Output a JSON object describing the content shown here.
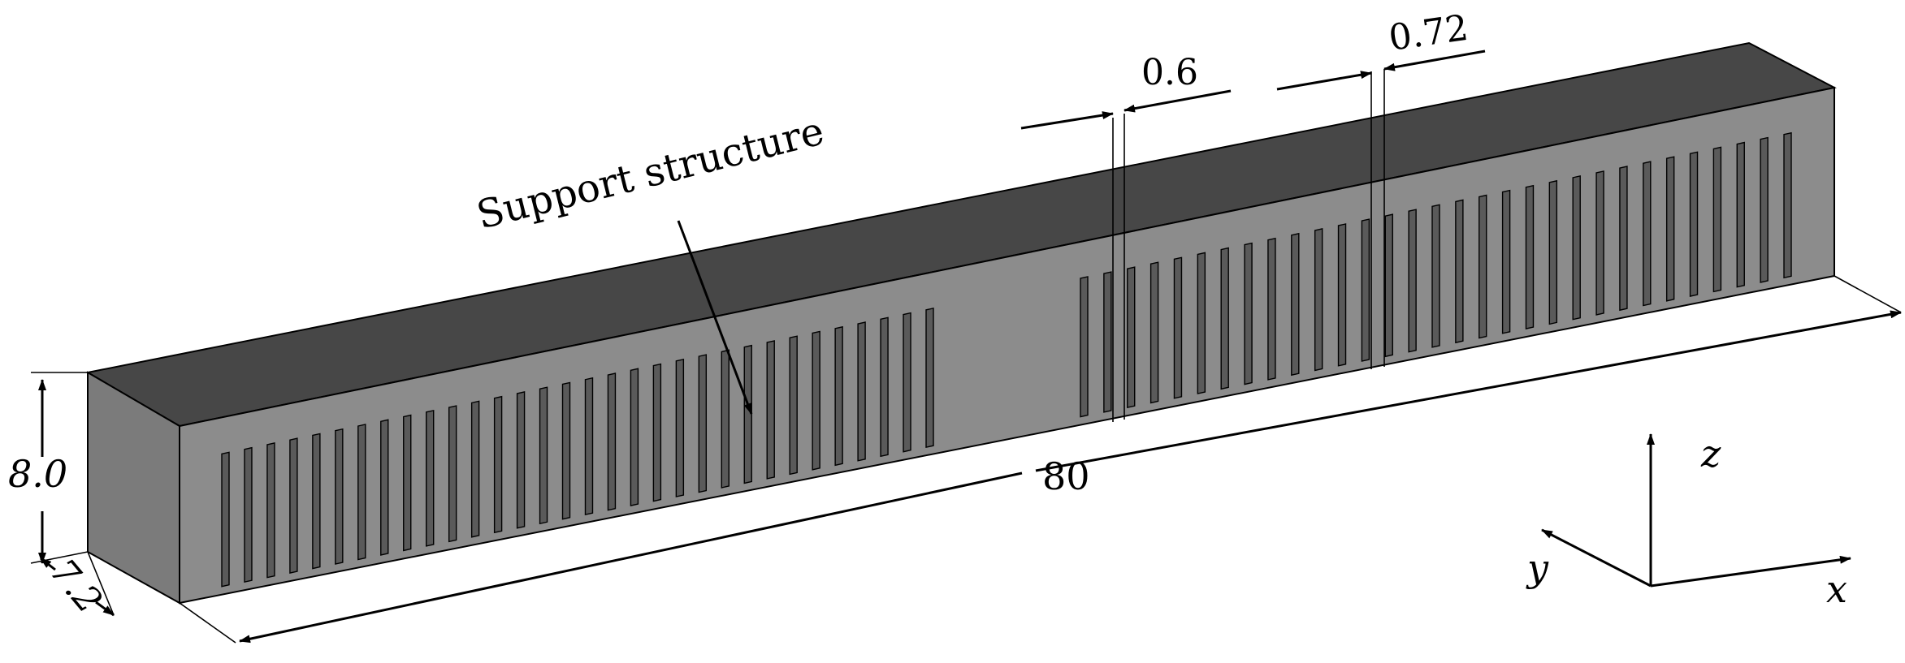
{
  "figure": {
    "label_support": "Support structure",
    "dim_length": "80",
    "dim_height": "8.0",
    "dim_width": "7.2",
    "dim_gap": "0.6",
    "dim_pitch": "0.72",
    "axis_x": "x",
    "axis_y": "y",
    "axis_z": "z"
  },
  "colors": {
    "top_face": "#474747",
    "front_face": "#8c8c8c",
    "end_face": "#7b7b7b",
    "slot": "#5a5a5a",
    "ink": "#000000"
  },
  "structure": {
    "left_slot_count": 32,
    "right_slot_count": 31
  }
}
